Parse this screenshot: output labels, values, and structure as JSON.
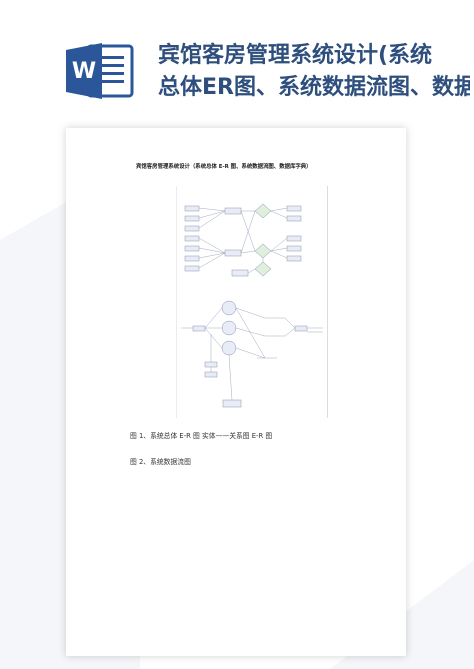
{
  "header": {
    "title_line1": "宾馆客房管理系统设计(系统",
    "title_line2": "总体ER图、系统数据流图、数据库字典",
    "app_icon": "word-icon",
    "app_icon_letter": "W"
  },
  "document": {
    "heading": "宾馆客房管理系统设计（系统总体 E-R 图、系统数据流图、数据库字典）",
    "caption_1": "图 1、系统总体 E-R 图 实体——关系图 E-R 图",
    "caption_2": "图 2、系统数据流图"
  },
  "colors": {
    "brand_blue": "#2b579a",
    "title_blue": "#2e4f7d",
    "node_fill": "#e8ecf7",
    "diamond_fill": "#dfeedd"
  }
}
